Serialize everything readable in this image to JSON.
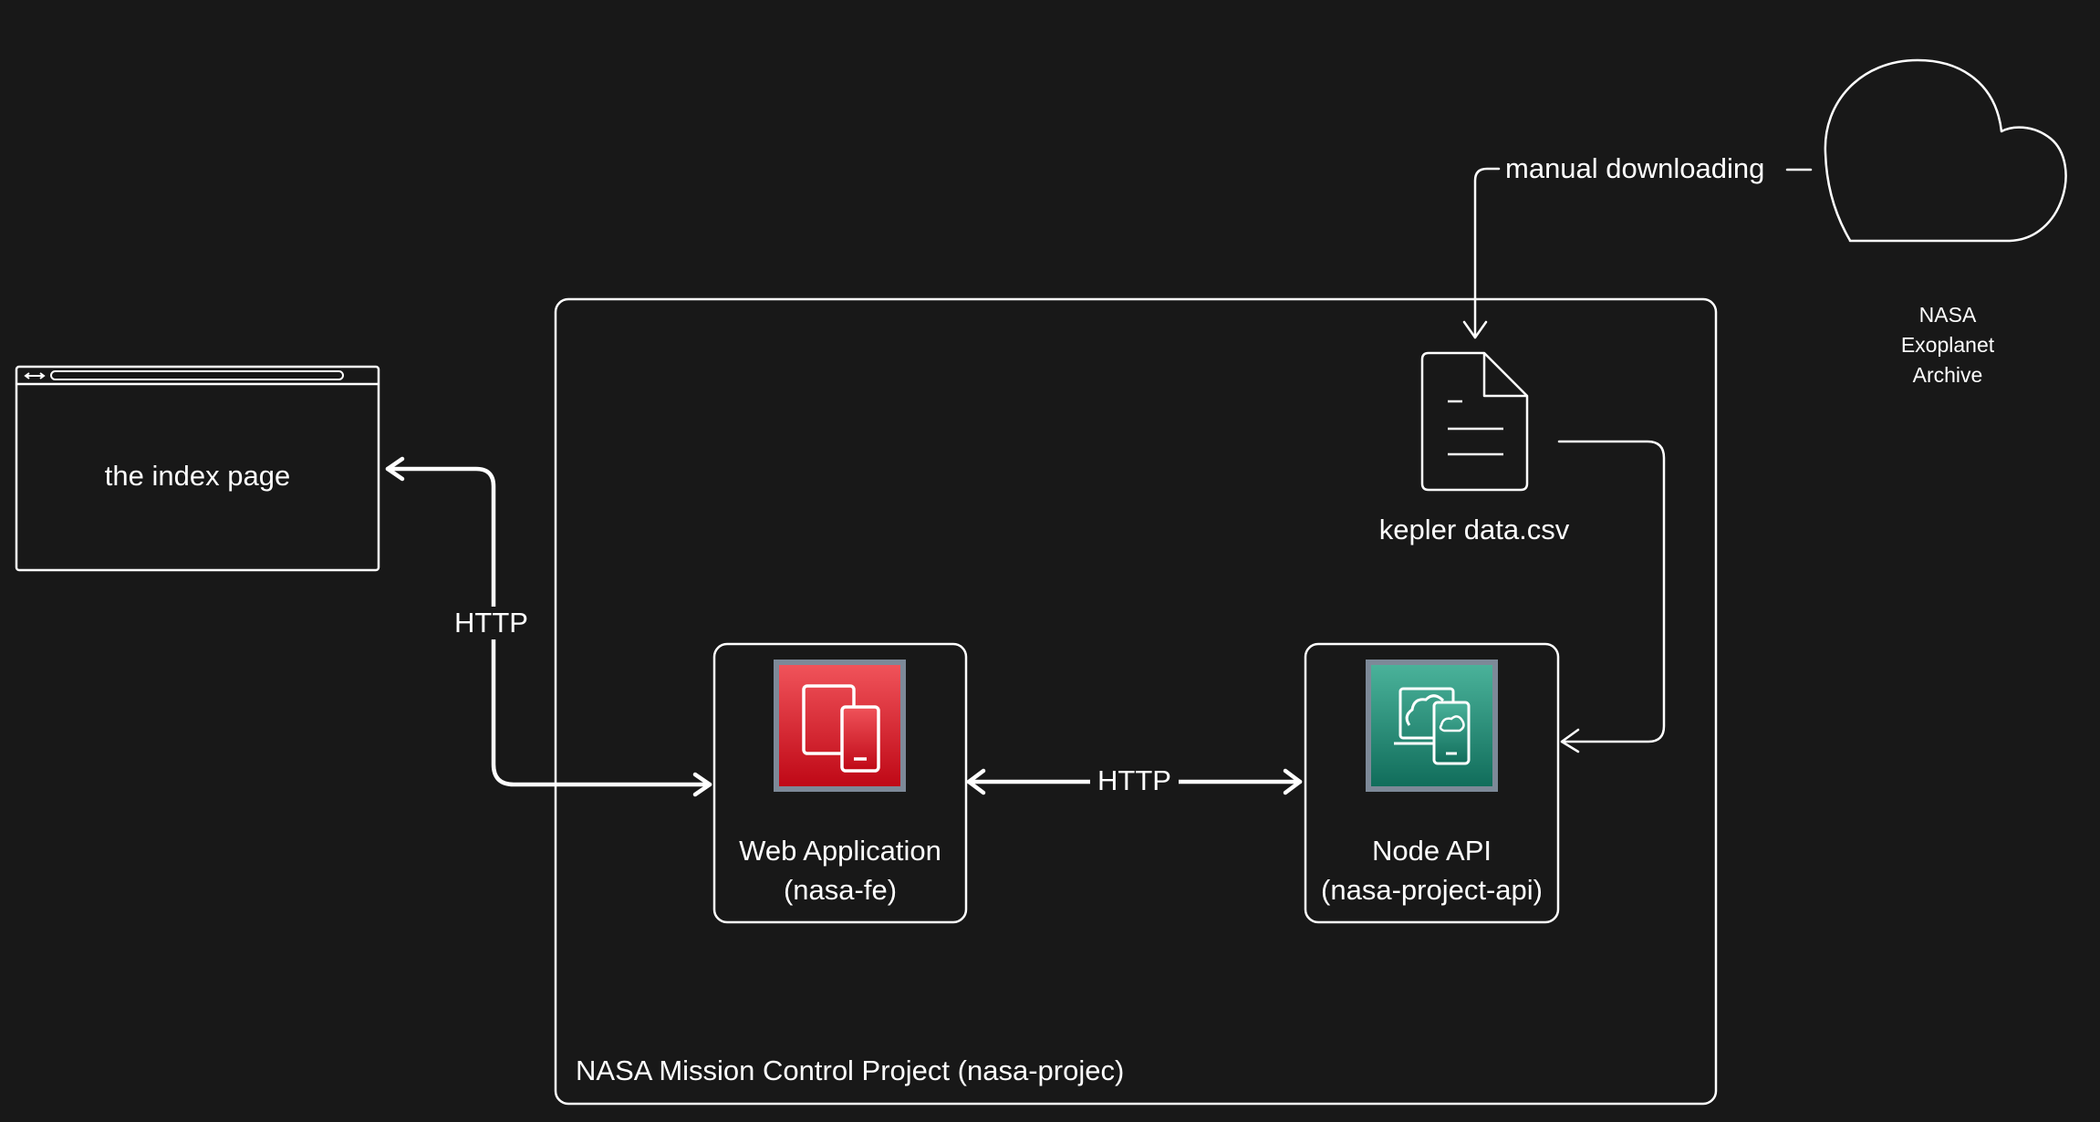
{
  "colors": {
    "background": "#181818",
    "stroke": "#ffffff",
    "web_app_icon_top": "#f0535a",
    "web_app_icon_bottom": "#bf0816",
    "node_api_icon_top": "#4ab29a",
    "node_api_icon_bottom": "#116d5b",
    "icon_frame": "#7d8998"
  },
  "browser": {
    "label": "the index page"
  },
  "http_left": {
    "label": "HTTP"
  },
  "project": {
    "label": "NASA Mission Control Project (nasa-projec)"
  },
  "web_app": {
    "line1": "Web Application",
    "line2": "(nasa-fe)",
    "icon": "mobile-devices-icon"
  },
  "http_middle": {
    "label": "HTTP"
  },
  "node_api": {
    "line1": "Node API",
    "line2": "(nasa-project-api)",
    "icon": "cloud-devices-icon"
  },
  "csv_file": {
    "label": "kepler data.csv",
    "icon": "document-icon"
  },
  "download": {
    "label": "manual downloading"
  },
  "archive": {
    "line1": "NASA",
    "line2": "Exoplanet",
    "line3": "Archive",
    "icon": "cloud-icon"
  }
}
